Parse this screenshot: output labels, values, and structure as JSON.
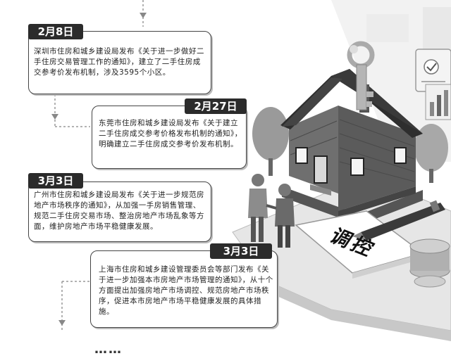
{
  "timeline": [
    {
      "date": "2月8日",
      "text": "深圳市住房和城乡建设局发布《关于进一步做好二手住房交易管理工作的通知》，建立了二手住房成交参考价发布机制，涉及3595个小区。"
    },
    {
      "date": "2月27日",
      "text": "东莞市住房和城乡建设局发布《关于建立二手住房成交参考价格发布机制的通知》，明确建立二手住房成交参考价发布机制。"
    },
    {
      "date": "3月3日",
      "text": "广州市住房和城乡建设局发布《关于进一步规范房地产市场秩序的通知》，从加强一手房销售管理、规范二手住房交易市场、整治房地产市场乱象等方面，维护房地产市场平稳健康发展。"
    },
    {
      "date": "3月3日",
      "text": "上海市住房和城乡建设管理委员会等部门发布《关于进一步加强本市房地产市场管理的通知》，从十个方面提出加强房地产市场调控、规范房地产市场秩序，促进本市房地产市场平稳健康发展的具体措施。"
    }
  ],
  "ellipsis": "……",
  "illustration": {
    "sign_text": "调控",
    "icons": [
      "house-icon",
      "key-icon",
      "tree-icon",
      "people-icon",
      "pen-icon",
      "coin-stack-icon",
      "checklist-icon",
      "bar-chart-icon"
    ]
  },
  "colors": {
    "tag_bg": "#2b2b2b",
    "tag_text": "#ffffff",
    "card_border": "#444444",
    "timeline_line": "#999999"
  }
}
